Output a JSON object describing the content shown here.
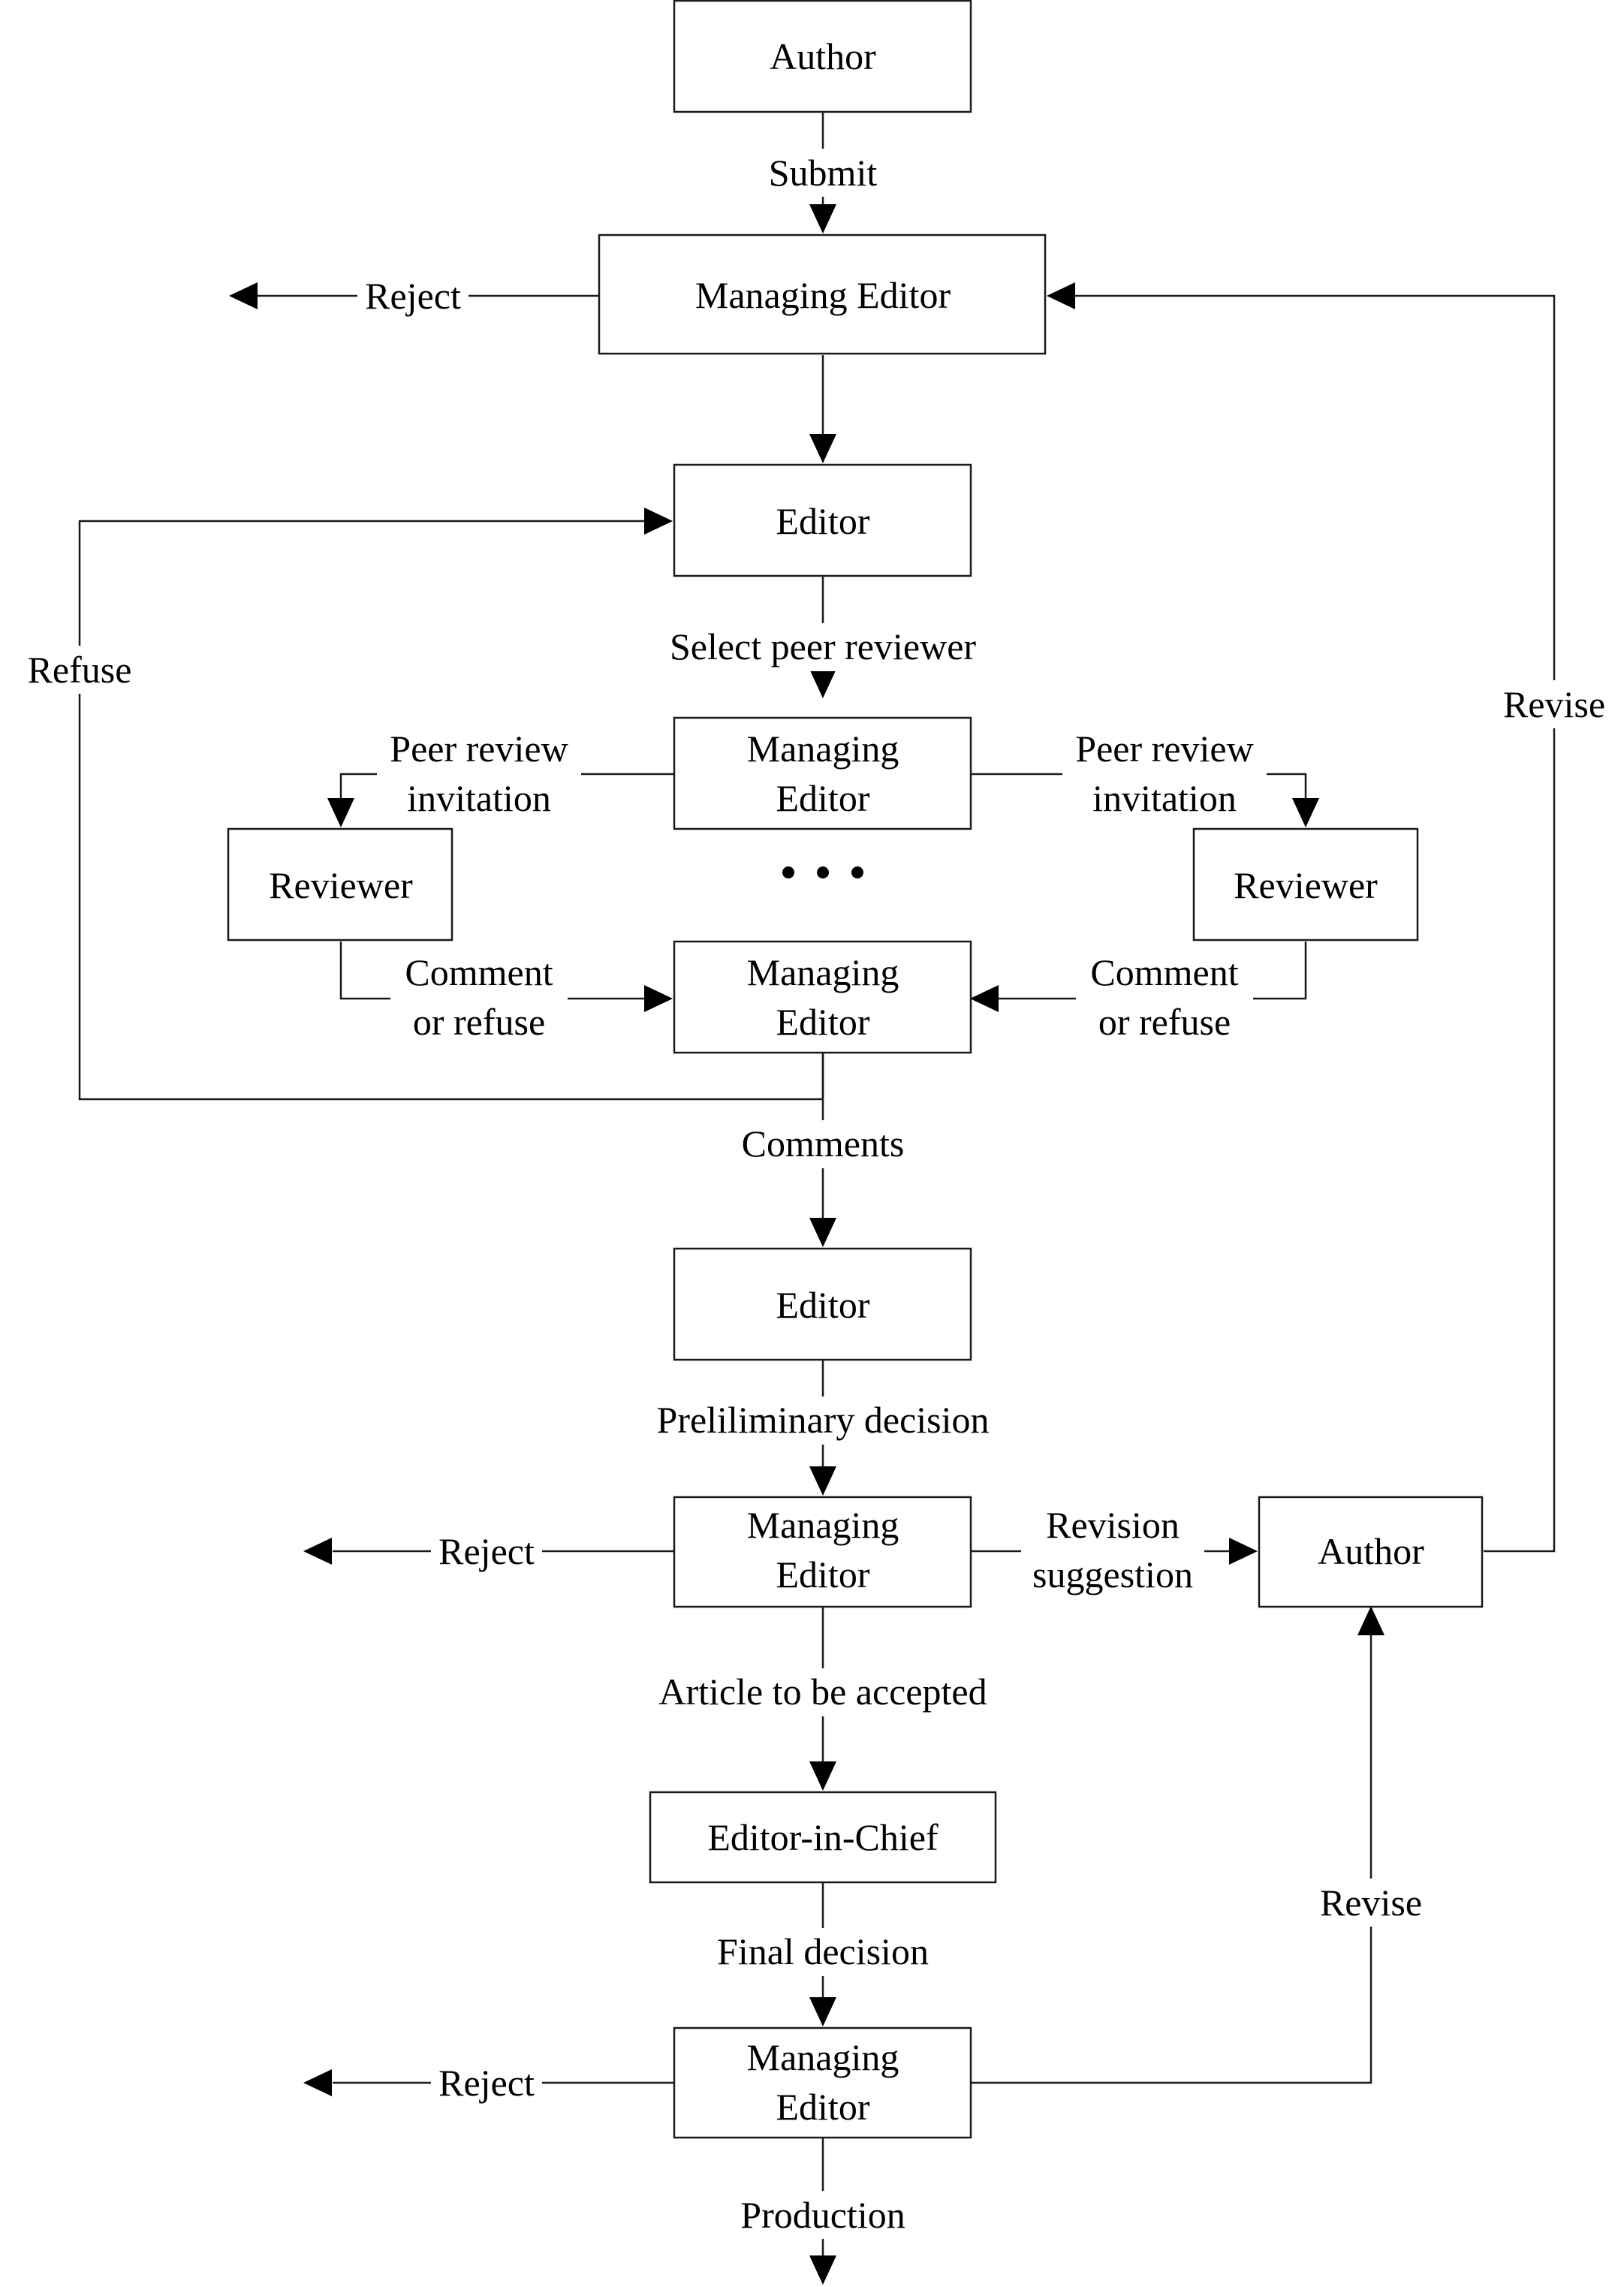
{
  "nodes": {
    "author_top": [
      "Author"
    ],
    "managing_editor_1": [
      "Managing Editor"
    ],
    "editor_1": [
      "Editor"
    ],
    "managing_editor_2": [
      "Managing",
      "Editor"
    ],
    "reviewer_left": [
      "Reviewer"
    ],
    "reviewer_right": [
      "Reviewer"
    ],
    "managing_editor_3": [
      "Managing",
      "Editor"
    ],
    "editor_2": [
      "Editor"
    ],
    "managing_editor_4": [
      "Managing",
      "Editor"
    ],
    "author_right": [
      "Author"
    ],
    "editor_in_chief": [
      "Editor-in-Chief"
    ],
    "managing_editor_5": [
      "Managing",
      "Editor"
    ]
  },
  "labels": {
    "submit": [
      "Submit"
    ],
    "reject_1": [
      "Reject"
    ],
    "select_peer_reviewer": [
      "Select peer reviewer"
    ],
    "refuse": [
      "Refuse"
    ],
    "revise_top": [
      "Revise"
    ],
    "peer_review_invitation_left": [
      "Peer review",
      "invitation"
    ],
    "peer_review_invitation_right": [
      "Peer review",
      "invitation"
    ],
    "comment_or_refuse_left": [
      "Comment",
      "or refuse"
    ],
    "comment_or_refuse_right": [
      "Comment",
      "or refuse"
    ],
    "comments": [
      "Comments"
    ],
    "preliminary_decision": [
      "Preliliminary decision"
    ],
    "reject_2": [
      "Reject"
    ],
    "revision_suggestion": [
      "Revision",
      "suggestion"
    ],
    "article_to_be_accepted": [
      "Article to be accepted"
    ],
    "revise_bottom": [
      "Revise"
    ],
    "final_decision": [
      "Final decision"
    ],
    "reject_3": [
      "Reject"
    ],
    "production": [
      "Production"
    ]
  }
}
